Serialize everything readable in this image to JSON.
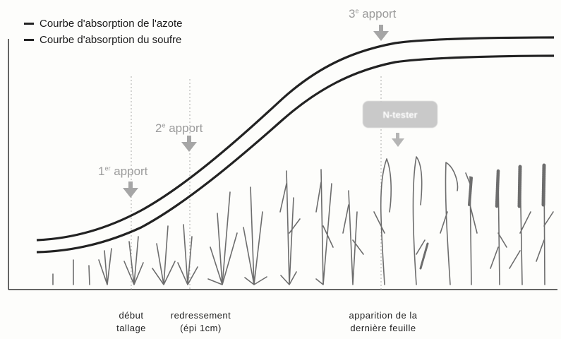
{
  "legend": {
    "azote": "Courbe d'absorption de l'azote",
    "soufre": "Courbe d'absorption du soufre"
  },
  "apports": {
    "first": {
      "num": "1",
      "sup": "er",
      "label": " apport"
    },
    "second": {
      "num": "2",
      "sup": "e",
      "label": " apport"
    },
    "third": {
      "num": "3",
      "sup": "e",
      "label": " apport"
    }
  },
  "brand": "N-tester",
  "stages": {
    "tallage": {
      "line1": "début",
      "line2": "tallage"
    },
    "redressement": {
      "line1": "redressement",
      "line2": "(épi 1cm)"
    },
    "derniere_feuille": {
      "line1": "apparition de la",
      "line2": "dernière feuille"
    }
  },
  "colors": {
    "curves": "#222222",
    "apport_text": "#9b9b9b",
    "arrows": "#a6a6a6",
    "plants": "#6d6d6d"
  },
  "icons": {
    "arrow": "down-arrow-icon",
    "plant": "wheat-plant-icon"
  }
}
